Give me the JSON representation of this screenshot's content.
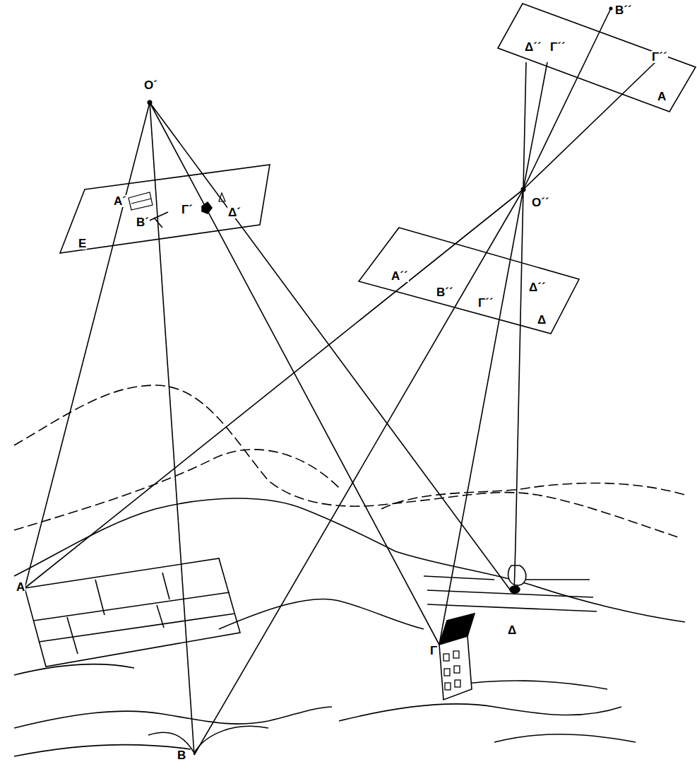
{
  "diagram": {
    "labels": [
      "O´",
      "A´",
      "B´",
      "Γ´",
      "Δ´",
      "E",
      "Δ´´",
      "Γ´´",
      "B´´",
      "Γ´´",
      "A",
      "O´´",
      "A´´",
      "B´´",
      "Γ´´",
      "Δ´´",
      "Δ",
      "A",
      "B",
      "Γ",
      "Δ"
    ]
  }
}
